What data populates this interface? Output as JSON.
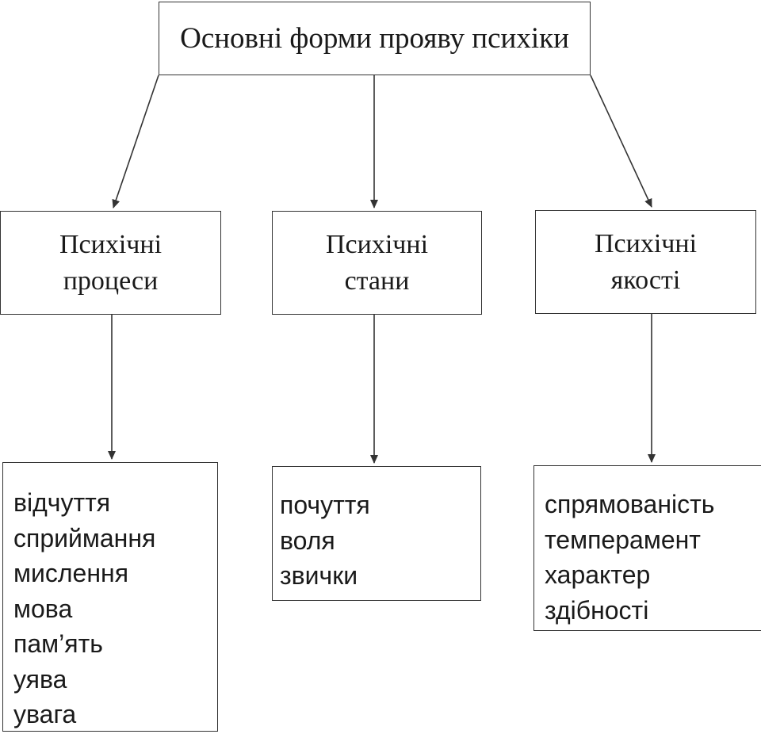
{
  "root": {
    "label": "Основні форми прояву психіки"
  },
  "categories": [
    {
      "line1": "Психічні",
      "line2": "процеси",
      "items": [
        "відчуття",
        "сприймання",
        "мислення",
        "мова",
        "пам’ять",
        "уява",
        "увага"
      ]
    },
    {
      "line1": "Психічні",
      "line2": "стани",
      "items": [
        "почуття",
        "воля",
        "звички"
      ]
    },
    {
      "line1": "Психічні",
      "line2": "якості",
      "items": [
        "спрямованість",
        "темперамент",
        "характер",
        "здібності"
      ]
    }
  ],
  "colors": {
    "line": "#333333",
    "text": "#1a1a1a",
    "background": "#ffffff"
  }
}
